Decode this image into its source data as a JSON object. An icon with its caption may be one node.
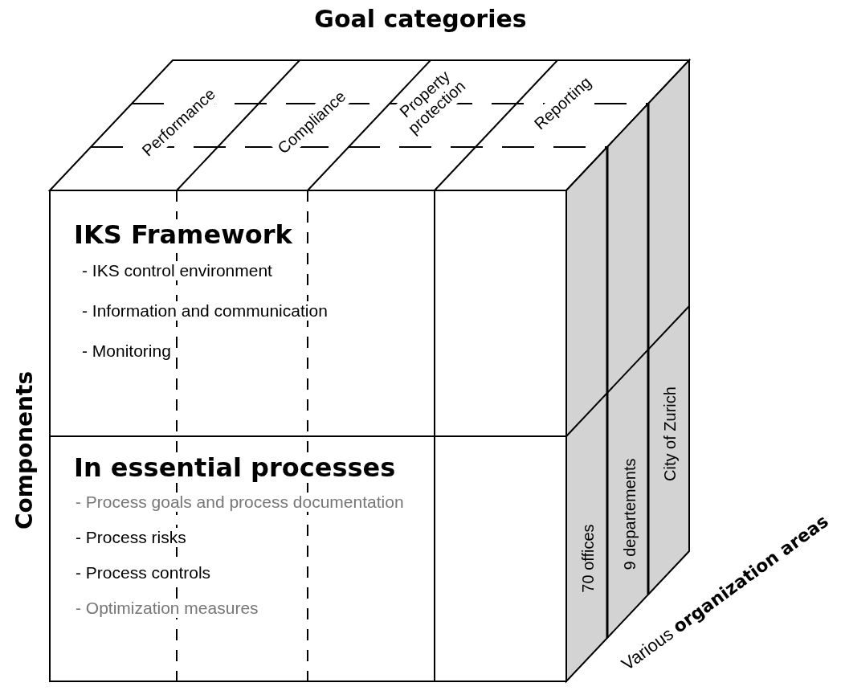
{
  "diagram": {
    "title": "Goal categories",
    "nodes": [
      {
        "text": [
          "IKS Framework",
          "- IKS control environment",
          "- Information and communication",
          "- Monitoring"
        ]
      },
      {
        "text": [
          "In essential processes",
          "- Process goals and process documentation",
          "- Process risks",
          "- Process controls",
          "- Optimization measures"
        ]
      },
      {
        "text": [
          "Performance"
        ]
      },
      {
        "text": [
          "Compliance"
        ]
      },
      {
        "text": [
          "Property protection"
        ]
      },
      {
        "text": [
          "Reporting"
        ]
      },
      {
        "text": [
          "70 offices"
        ]
      },
      {
        "text": [
          "9 departements"
        ]
      },
      {
        "text": [
          "City of Zurich"
        ]
      }
    ],
    "labels": [
      "Components",
      "Various **organization areas**"
    ]
  }
}
